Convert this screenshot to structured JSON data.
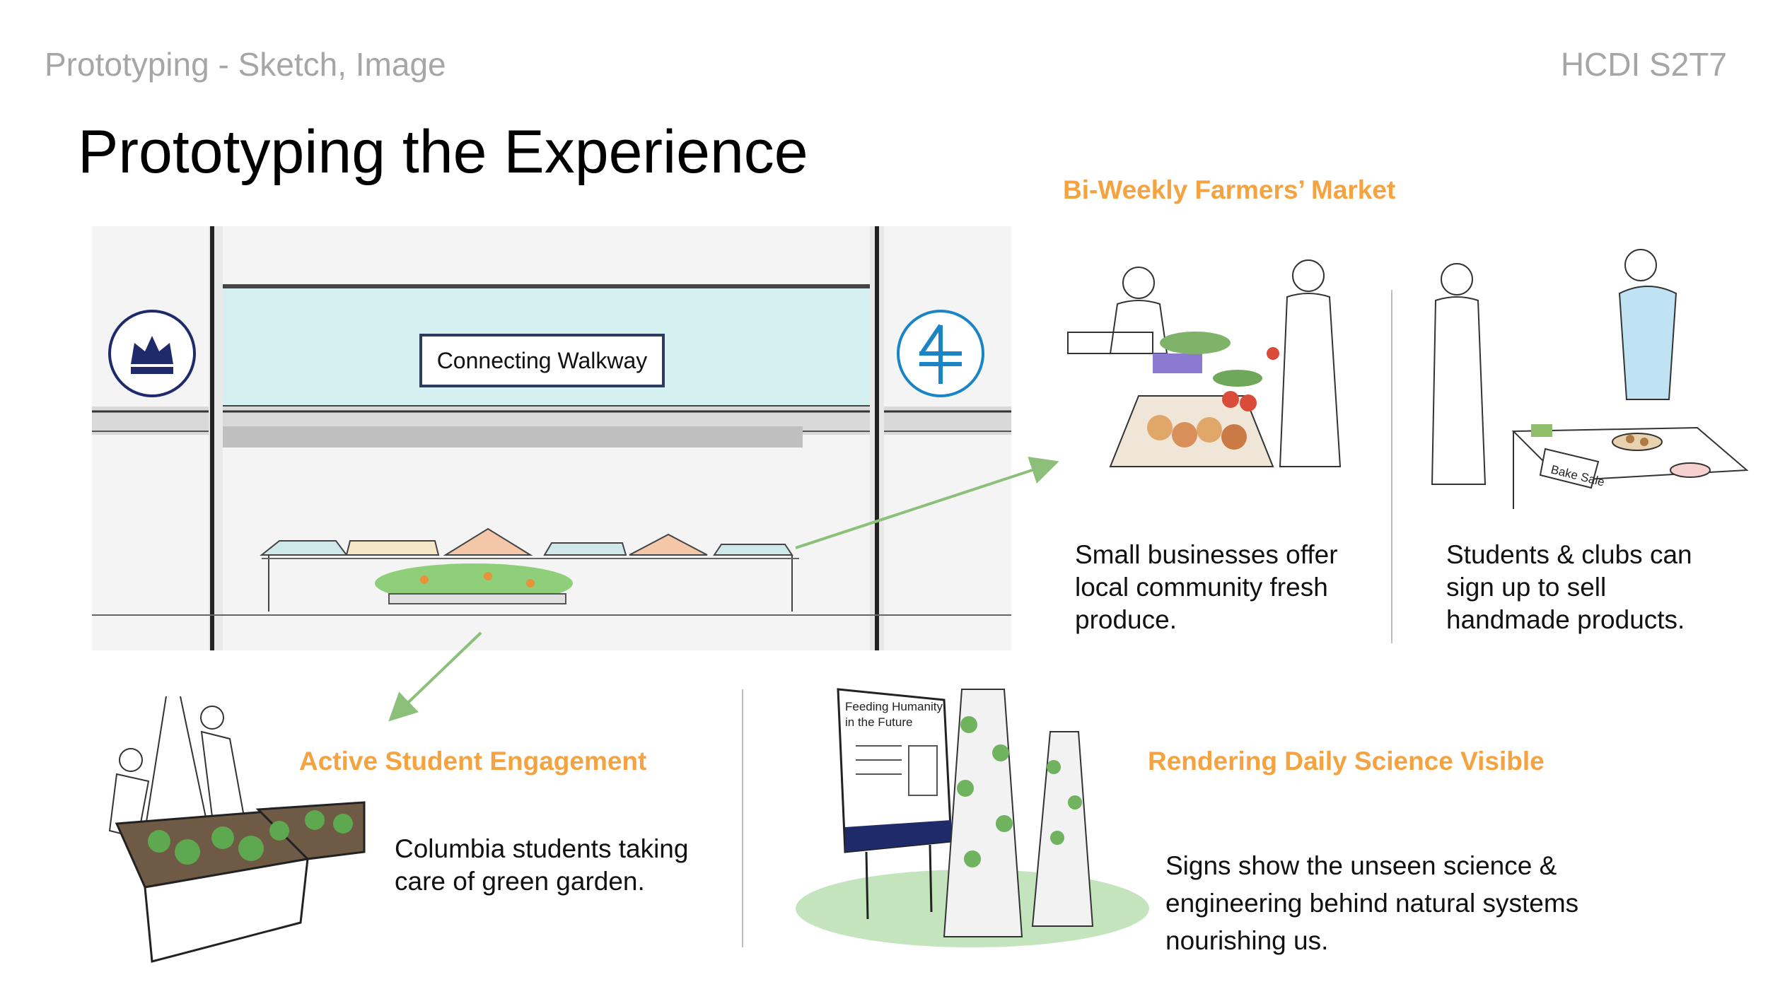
{
  "header": {
    "left": "Prototyping - Sketch, Image",
    "right": "HCDI S2T7"
  },
  "title": "Prototyping the Experience",
  "walkway": {
    "sign_label": "Connecting Walkway",
    "left_logo": "columbia-crown-icon",
    "right_logo": "school-mark-icon"
  },
  "sections": {
    "farmers_market": {
      "heading": "Bi-Weekly Farmers’ Market",
      "text_left": [
        "Small businesses offer",
        "local community fresh",
        "produce."
      ],
      "text_right": [
        "Students & clubs can",
        "sign up to sell",
        "handmade products."
      ],
      "bake_sale_sign": "Bake Sale"
    },
    "engagement": {
      "heading": "Active Student Engagement",
      "text": [
        "Columbia students taking",
        "care of green garden."
      ]
    },
    "science": {
      "heading": "Rendering Daily Science Visible",
      "text": [
        "Signs show the unseen science &",
        "engineering behind natural systems",
        "nourishing us."
      ],
      "poster_title": [
        "Feeding Humanity",
        "in the Future"
      ]
    }
  },
  "colors": {
    "accent_orange": "#f4a340",
    "arrow_green": "#8cc07a",
    "header_gray": "#a6a6a6",
    "logo_navy": "#1f2a6b",
    "logo_blue": "#1b84c5"
  }
}
